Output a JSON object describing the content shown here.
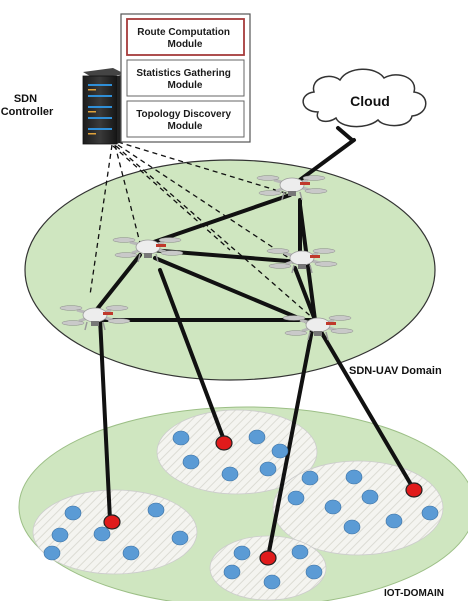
{
  "controller": {
    "label_line1": "SDN",
    "label_line2": "Controller",
    "modules": [
      {
        "line1": "Route Computation",
        "line2": "Module",
        "highlight": true
      },
      {
        "line1": "Statistics Gathering",
        "line2": "Module",
        "highlight": false
      },
      {
        "line1": "Topology Discovery",
        "line2": "Module",
        "highlight": false
      }
    ]
  },
  "cloud": {
    "label": "Cloud"
  },
  "uav_domain": {
    "label": "SDN-UAV Domain",
    "fill": "#cfe6c0"
  },
  "iot_domain": {
    "label": "IOT-DOMAIN",
    "fill": "#cfe6c0"
  },
  "colors": {
    "module_highlight_border": "#a63a3a",
    "iot_device": "#5b9bd5",
    "iot_gateway": "#e01b1b",
    "link": "#111111"
  },
  "icons": {
    "server": "server-rack-icon",
    "drone": "quadcopter-drone-icon",
    "cloud": "cloud-icon"
  }
}
